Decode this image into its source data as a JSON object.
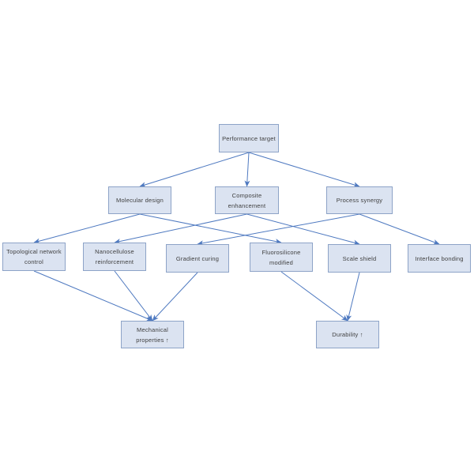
{
  "diagram": {
    "type": "flowchart",
    "colors": {
      "background": "#ffffff",
      "node_fill": "#dbe3f1",
      "node_border": "#8da3c7",
      "connector": "#4e79c0",
      "node_text": "#404040"
    },
    "nodes": {
      "performance_target": {
        "label": "Performance target"
      },
      "molecular_design": {
        "label": "Molecular design"
      },
      "composite_enhancement": {
        "label": "Composite enhancement"
      },
      "process_synergy": {
        "label": "Process synergy"
      },
      "topological_network_control": {
        "label": "Topological network control"
      },
      "nanocellulose_reinforcement": {
        "label": "Nanocellulose reinforcement"
      },
      "gradient_curing": {
        "label": "Gradient curing"
      },
      "fluorosilicone_modified": {
        "label": "Fluorosilicone modified"
      },
      "scale_shield": {
        "label": "Scale shield"
      },
      "interface_bonding": {
        "label": "Interface bonding"
      },
      "mechanical_properties": {
        "label": "Mechanical properties ↑"
      },
      "durability": {
        "label": "Durability ↑"
      }
    },
    "edges": [
      {
        "from": "performance_target",
        "to": "molecular_design"
      },
      {
        "from": "performance_target",
        "to": "composite_enhancement"
      },
      {
        "from": "performance_target",
        "to": "process_synergy"
      },
      {
        "from": "molecular_design",
        "to": "topological_network_control"
      },
      {
        "from": "molecular_design",
        "to": "fluorosilicone_modified"
      },
      {
        "from": "composite_enhancement",
        "to": "nanocellulose_reinforcement"
      },
      {
        "from": "composite_enhancement",
        "to": "scale_shield"
      },
      {
        "from": "process_synergy",
        "to": "gradient_curing"
      },
      {
        "from": "process_synergy",
        "to": "interface_bonding"
      },
      {
        "from": "topological_network_control",
        "to": "mechanical_properties"
      },
      {
        "from": "nanocellulose_reinforcement",
        "to": "mechanical_properties"
      },
      {
        "from": "gradient_curing",
        "to": "mechanical_properties"
      },
      {
        "from": "fluorosilicone_modified",
        "to": "durability"
      },
      {
        "from": "scale_shield",
        "to": "durability"
      }
    ]
  }
}
